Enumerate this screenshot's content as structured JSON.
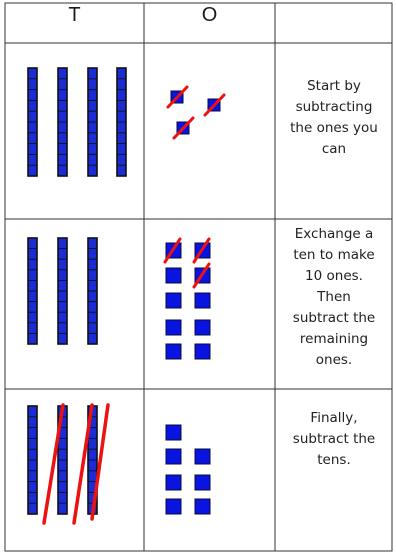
{
  "table": {
    "headers": [
      "T",
      "O",
      ""
    ],
    "rows": [
      {
        "note": "Start by\nsubtracting\nthe ones you\ncan",
        "tens": 4,
        "tens_crossed": 0,
        "ones": [
          {
            "crossed": true
          },
          {
            "crossed": true
          },
          {
            "crossed": true
          }
        ]
      },
      {
        "note": "Exchange a\nten to make\n10 ones.\nThen\nsubtract the\nremaining\nones.",
        "tens": 3,
        "tens_crossed": 0,
        "ones_grid_crossed": [
          true,
          true,
          false,
          true,
          false,
          false,
          false,
          false,
          false,
          false
        ]
      },
      {
        "note": "Finally,\nsubtract the\ntens.",
        "tens": 3,
        "tens_crossed": 3,
        "ones_count": 7
      }
    ]
  },
  "colors": {
    "block_fill": "#0a14e0",
    "block_edge": "#0a0a3a",
    "rod_outline": "#111111",
    "rod_fill": "#1b2bd6",
    "cross_line": "#ee1111",
    "grid_line": "#333333"
  }
}
